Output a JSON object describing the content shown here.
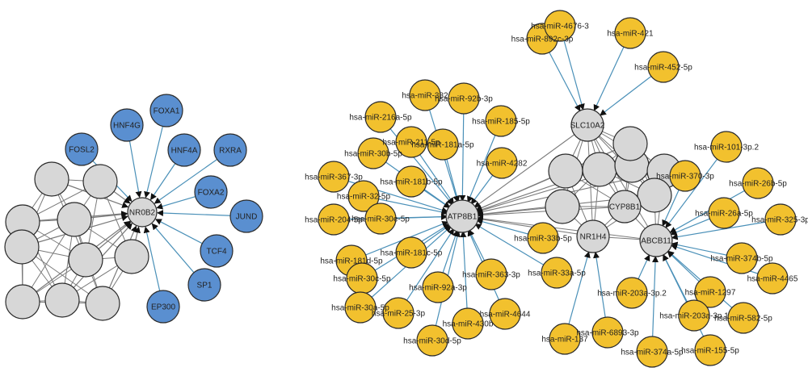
{
  "colors": {
    "gene_fill": "#d7d7d7",
    "mirna_fill": "#f2c12e",
    "tf_fill": "#5a8fd0",
    "node_stroke": "#2a2a2a",
    "edge_blue": "#4a90b8",
    "edge_gray": "#7a7a7a",
    "arrow": "#111111"
  },
  "tf_network": {
    "hub": "NR0B2",
    "tfs": [
      "FOSL2",
      "HNF4G",
      "FOXA1",
      "HNF4A",
      "RXRA",
      "FOXA2",
      "JUND",
      "TCF4",
      "SP1",
      "EP300"
    ]
  },
  "mirna_network": {
    "genes": [
      "SLC10A2",
      "ATP8B1",
      "CYP8B1",
      "NR1H4",
      "ABCB11"
    ],
    "slc10a2_mirnas": [
      "hsa-miR-892c-3p",
      "hsa-miR-4676-3",
      "hsa-miR-421",
      "hsa-miR-452-5p"
    ],
    "atp8b1_mirnas": [
      "hsa-miR-216a-5p",
      "hsa-miR-382",
      "hsa-miR-92b-3p",
      "hsa-miR-185-5p",
      "hsa-miR-211-5p",
      "hsa-miR-181a-5p",
      "hsa-miR-30b-5p",
      "hsa-miR-4282",
      "hsa-miR-367-3p",
      "hsa-miR-181b-5p",
      "hsa-miR-32-5p",
      "hsa-miR-204-5p",
      "hsa-miR-30e-5p",
      "hsa-miR-181d-5p",
      "hsa-miR-181c-5p",
      "hsa-miR-30c-5p",
      "hsa-miR-92a-3p",
      "hsa-miR-363-3p",
      "hsa-miR-30a-5p",
      "hsa-miR-25-3p",
      "hsa-miR-430b",
      "hsa-miR-4644",
      "hsa-miR-30d-5p",
      "hsa-miR-33b-5p",
      "hsa-miR-33a-5p"
    ],
    "abcb11_mirnas": [
      "hsa-miR-101-3p.2",
      "hsa-miR-370-3p",
      "hsa-miR-26b-5p",
      "hsa-miR-26a-5p",
      "hsa-miR-325-3p",
      "hsa-miR-374b-5p",
      "hsa-miR-4465",
      "hsa-miR-1297",
      "hsa-miR-582-5p",
      "hsa-miR-203a-3p.2",
      "hsa-miR-203a-3p.1",
      "hsa-miR-155-5p",
      "hsa-miR-374a-5p",
      "hsa-miR-6893-3p",
      "hsa-miR-137"
    ]
  }
}
